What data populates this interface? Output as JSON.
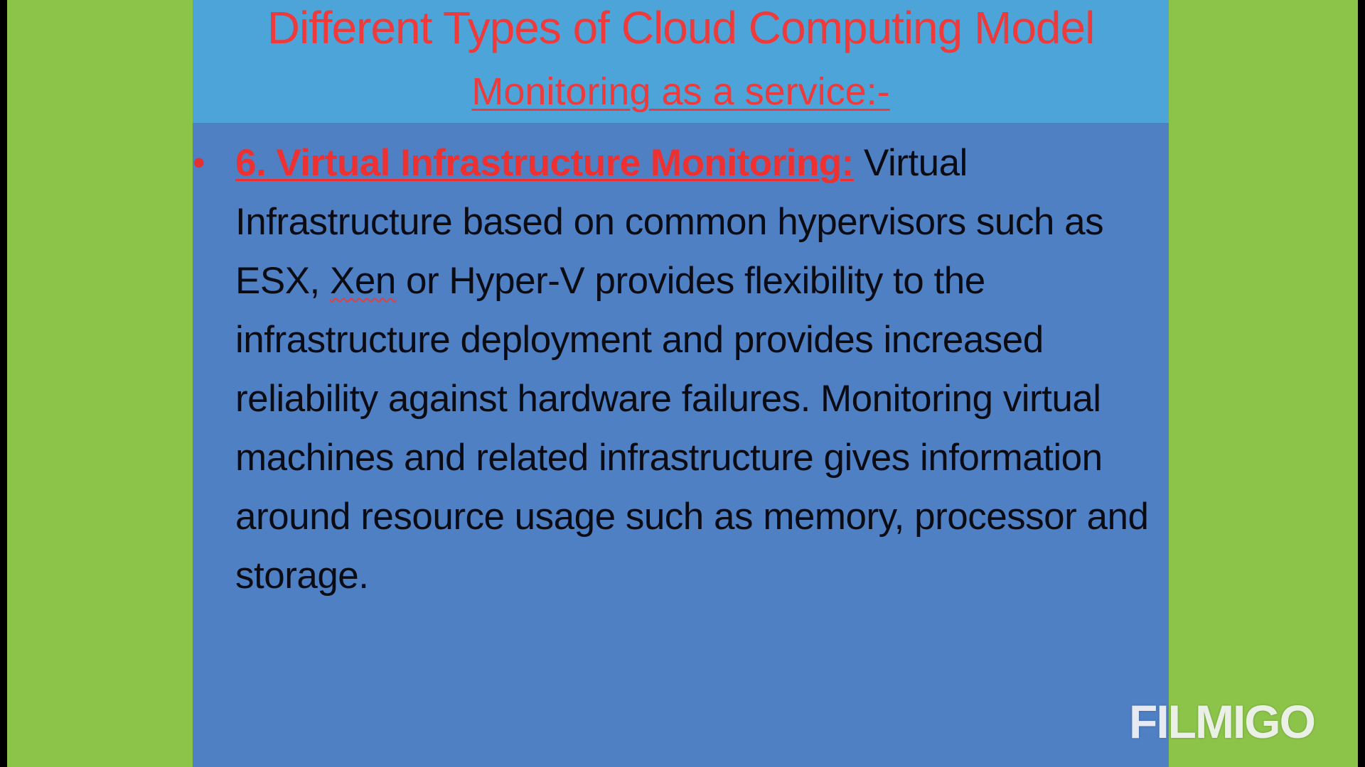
{
  "slide": {
    "title": "Different Types of Cloud Computing Model",
    "subtitle": "Monitoring as a service:-",
    "bullet": "•",
    "item_heading": "6. Virtual Infrastructure Monitoring:",
    "item_text_1": " Virtual Infrastructure based on common hypervisors such as ESX, ",
    "item_text_squiggle": "Xen",
    "item_text_2": " or Hyper-V provides flexibility to the infrastructure deployment and provides increased reliability against hardware failures. Monitoring virtual machines and related infrastructure gives information around resource usage such as memory, processor and storage."
  },
  "watermark": "FILMIGO",
  "colors": {
    "side_panels": "#8cc44a",
    "header_band": "#4ca4d8",
    "slide_body": "#4f80c4",
    "title_red": "#ee3a3a",
    "body_text": "#0b0b14"
  }
}
